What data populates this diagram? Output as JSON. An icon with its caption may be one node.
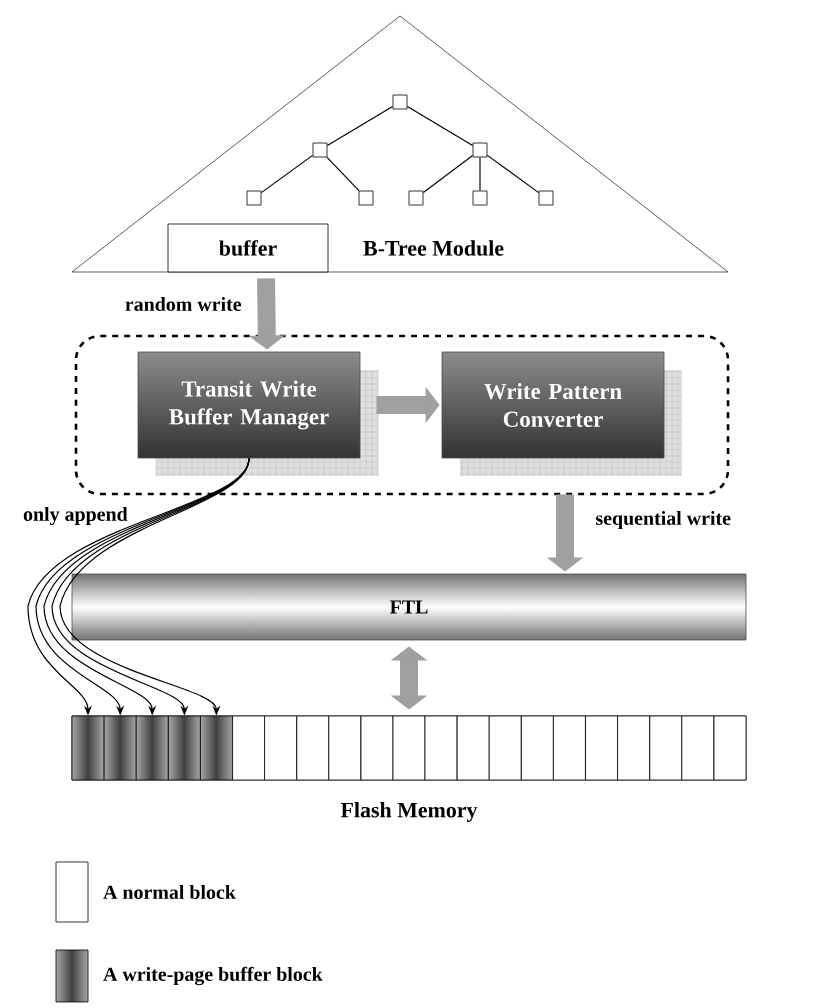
{
  "diagram": {
    "nodes": [
      {
        "text": [
          "B-Tree Module"
        ]
      },
      {
        "text": [],
        "shape": "box",
        "in": 0
      },
      {
        "text": [],
        "shape": "box",
        "in": 0
      },
      {
        "text": [],
        "shape": "box",
        "in": 0
      },
      {
        "text": [],
        "shape": "box",
        "in": 0
      },
      {
        "text": [],
        "shape": "box",
        "in": 0
      },
      {
        "text": [],
        "shape": "box",
        "in": 0
      },
      {
        "text": [],
        "shape": "box",
        "in": 0
      },
      {
        "text": [],
        "shape": "box",
        "in": 0
      },
      {
        "text": [
          "buffer"
        ],
        "in": 0
      },
      {
        "text": [],
        "shape": "box"
      },
      {
        "text": [
          "Transit Write Buffer Manager"
        ],
        "in": 10
      },
      {
        "text": [
          "Write Pattern Converter"
        ],
        "in": 10
      },
      {
        "text": [
          "FTL"
        ]
      },
      {
        "text": [],
        "shape": "box",
        "beside": [
          "Flash Memory"
        ]
      },
      {
        "text": [],
        "shape": "box",
        "in": 14
      },
      {
        "text": [],
        "shape": "box",
        "in": 14
      },
      {
        "text": [],
        "shape": "box",
        "in": 14
      },
      {
        "text": [],
        "shape": "box",
        "in": 14
      },
      {
        "text": [],
        "shape": "box",
        "in": 14
      },
      {
        "text": [],
        "shape": "box",
        "in": 14
      },
      {
        "text": [],
        "shape": "box",
        "in": 14
      },
      {
        "text": [],
        "shape": "box",
        "in": 14
      },
      {
        "text": [],
        "shape": "box",
        "in": 14
      },
      {
        "text": [],
        "shape": "box",
        "in": 14
      },
      {
        "text": [],
        "shape": "box",
        "in": 14
      },
      {
        "text": [],
        "shape": "box",
        "in": 14
      },
      {
        "text": [],
        "shape": "box",
        "in": 14
      },
      {
        "text": [],
        "shape": "box",
        "in": 14
      },
      {
        "text": [],
        "shape": "box",
        "in": 14
      },
      {
        "text": [],
        "shape": "box",
        "in": 14
      },
      {
        "text": [],
        "shape": "box",
        "in": 14
      },
      {
        "text": [],
        "shape": "box",
        "in": 14
      },
      {
        "text": [],
        "shape": "box",
        "in": 14
      },
      {
        "text": [],
        "shape": "box",
        "in": 14
      },
      {
        "text": [],
        "shape": "box",
        "in": 14
      }
    ],
    "edges": [
      {
        "from": 9,
        "to": 11,
        "arrow": "to",
        "label": "random write",
        "style": "thick",
        "color": "#a0a0a0"
      },
      {
        "from": 11,
        "to": 12,
        "arrow": "to",
        "style": "thick",
        "color": "#a0a0a0"
      },
      {
        "from": 12,
        "to": 13,
        "arrow": "to",
        "label": "sequential write",
        "style": "thick",
        "color": "#a0a0a0"
      },
      {
        "from": 13,
        "to": 14,
        "arrow": "both",
        "style": "thick",
        "color": "#a0a0a0"
      },
      {
        "from": 11,
        "to": 15,
        "arrow": "to"
      },
      {
        "from": 11,
        "to": 16,
        "arrow": "to"
      },
      {
        "from": 11,
        "to": 17,
        "arrow": "to"
      },
      {
        "from": 11,
        "to": 18,
        "arrow": "to"
      },
      {
        "from": 11,
        "to": 19,
        "arrow": "to"
      },
      {
        "from": 1,
        "to": 2,
        "arrow": "none"
      },
      {
        "from": 1,
        "to": 3,
        "arrow": "none"
      },
      {
        "from": 2,
        "to": 4,
        "arrow": "none"
      },
      {
        "from": 2,
        "to": 5,
        "arrow": "none"
      },
      {
        "from": 3,
        "to": 6,
        "arrow": "none"
      },
      {
        "from": 3,
        "to": 7,
        "arrow": "none"
      },
      {
        "from": 3,
        "to": 8,
        "arrow": "none"
      }
    ],
    "labels": [
      "only append"
    ],
    "legend": [
      {
        "text": "A normal block"
      },
      {
        "text": "A write-page buffer block"
      }
    ]
  }
}
